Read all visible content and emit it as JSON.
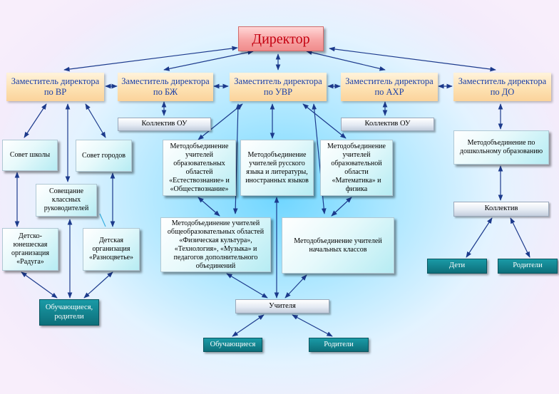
{
  "director": "Директор",
  "deputies": {
    "vr": "Заместитель директора по ВР",
    "bzh": "Заместитель директора по БЖ",
    "uvr": "Заместитель директора по УВР",
    "ahr": "Заместитель директора по АХР",
    "do": "Заместитель директора по ДО"
  },
  "left": {
    "school_council": "Совет школы",
    "city_council": "Совет городов",
    "class_teachers": "Совещание классных руководителей",
    "raduga": "Детско-юнешеская организация «Радуга»",
    "raznotsvetie": "Детская организация «Разноцветье»",
    "students_parents": "Обучающиеся, родители"
  },
  "collective_ou_1": "Коллектив ОУ",
  "collective_ou_2": "Коллектив ОУ",
  "method": {
    "natural": "Методобъединение учителей образовательных областей «Естествознание» и «Обществознание»",
    "russian": "Методобъединение учителей русского языка и литературы, иностранных языков",
    "math": "Методобъединение учителей образовательной области «Математика» и физика",
    "pe": "Методобъединение учителей общеобразовательных областей «Физическая культура», «Технология», «Музыка» и педагогов дополнительного объединений",
    "primary": "Методобъединение учителей начальных классов",
    "preschool": "Методобъединение по дошкольному образованию"
  },
  "teachers": "Учителя",
  "students": "Обучающиеся",
  "parents": "Родители",
  "do_branch": {
    "collective": "Коллектив",
    "children": "Дети",
    "parents": "Родители"
  },
  "colors": {
    "arrow": "#1c3a8c",
    "accent": "#c40010",
    "teal": "#0d6f7a"
  }
}
